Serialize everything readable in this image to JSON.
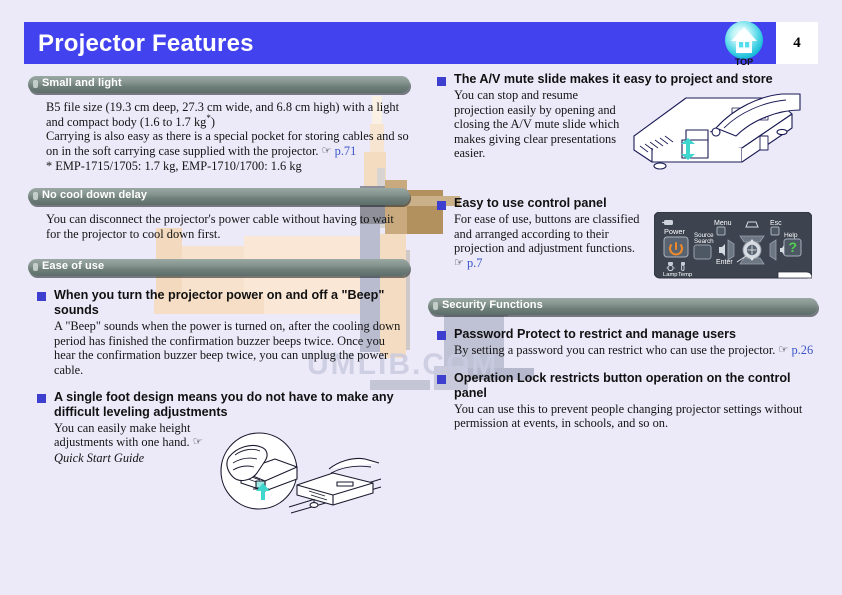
{
  "header": {
    "title": "Projector Features",
    "page_number": "4",
    "top_button_label": "TOP",
    "bar_color": "#4242ef"
  },
  "watermark": {
    "text": "UMLIB.COM"
  },
  "left_column": {
    "sections": [
      {
        "bar_title": "Small and light",
        "paragraphs": [
          "B5 file size (19.3 cm deep, 27.3 cm wide, and 6.8 cm high) with a light and compact body (1.6 to 1.7 kg",
          "Carrying is also easy as there is a special pocket for storing cables and so on in the soft carrying case supplied with the projector.",
          "* EMP-1715/1705: 1.7 kg, EMP-1710/1700: 1.6 kg"
        ],
        "paragraph1_tail": ")",
        "link": "p.71"
      },
      {
        "bar_title": "No cool down delay",
        "paragraphs": [
          "You can disconnect the projector's power cable without having to wait for the projector to cool down first."
        ]
      },
      {
        "bar_title": "Ease of use",
        "bullets": [
          {
            "heading": "When you turn the projector power on and off a \"Beep\" sounds",
            "body": "A \"Beep\" sounds when the power is turned on, after the cooling down period has finished the confirmation buzzer beeps twice. Once you hear the confirmation buzzer beep twice, you can unplug the power cable."
          },
          {
            "heading": "A single foot design means you do not have to make any difficult leveling adjustments",
            "body": "You can easily make height adjustments with one hand.",
            "link_italic": "Quick Start Guide",
            "art": "projector-foot-adjust-illustration"
          }
        ]
      }
    ]
  },
  "right_column": {
    "bullets_top": [
      {
        "heading": "The A/V mute slide makes it easy to project and store",
        "body": "You can stop and resume projection easily by opening and closing the A/V mute slide which makes giving clear presentations easier.",
        "art": "projector-av-mute-slide-illustration"
      },
      {
        "heading": "Easy to use control panel",
        "body": "For ease of use, buttons are classified and arranged according to their projection and adjustment functions.",
        "link": "p.7",
        "art": "control-panel-illustration"
      }
    ],
    "section": {
      "bar_title": "Security Functions",
      "bullets": [
        {
          "heading": "Password Protect to restrict and manage users",
          "body": "By setting a password you can restrict who can use the projector.",
          "link": "p.26"
        },
        {
          "heading": "Operation Lock restricts button operation on the control panel",
          "body": "You can use this to prevent people changing projector settings without permission at events, in schools, and so on."
        }
      ]
    }
  },
  "control_panel_labels": {
    "power": "Power",
    "source_search": "Source\nSearch",
    "menu": "Menu",
    "esc": "Esc",
    "help": "Help",
    "enter": "Enter",
    "lamp": "Lamp",
    "temp": "Temp"
  },
  "colors": {
    "page_background": "#eceaf9",
    "header_blue": "#4242ef",
    "bullet_blue": "#3f3fcf",
    "link_blue": "#3a55c8",
    "section_bar": "#6e7e79"
  }
}
